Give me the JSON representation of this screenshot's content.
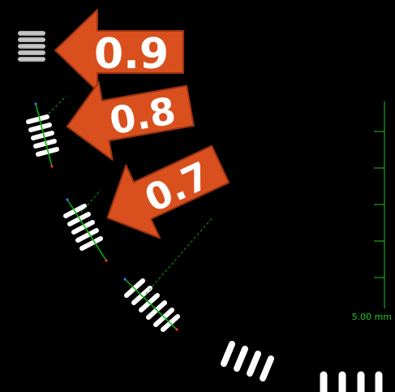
{
  "colors": {
    "background": "#000000",
    "arrow_fill": "#d9501e",
    "arrow_stroke": "#9a3312",
    "marker_white": "#ffffff",
    "axis_line": "#00b800",
    "guide_dash": "#1f9c1f",
    "scale": "#22c922",
    "dot_blue": "#4a6cff",
    "dot_red": "#ff3030"
  },
  "arrows": [
    {
      "label": "0.9"
    },
    {
      "label": "0.8"
    },
    {
      "label": "0.7"
    }
  ],
  "scale_bar": {
    "label": "5.00 mm"
  }
}
